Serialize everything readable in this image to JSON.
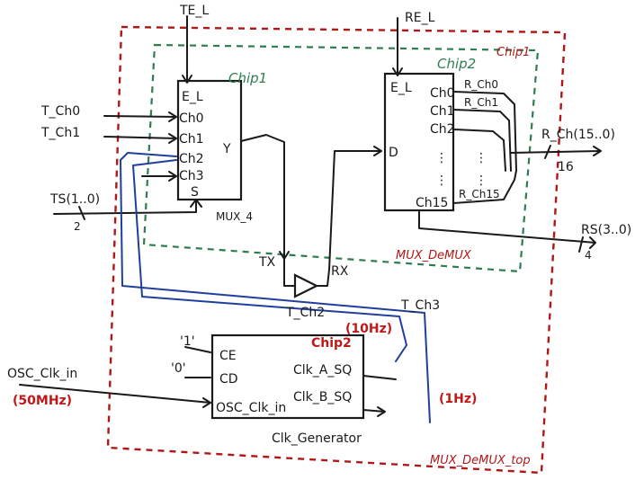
{
  "top": {
    "name": "MUX_DeMUX_top",
    "osc_input": "OSC_Clk_in",
    "osc_freq": "(50MHz)"
  },
  "mux_demux": {
    "name": "MUX_DeMUX"
  },
  "mux": {
    "name": "MUX_4",
    "chip": "Chip1",
    "enable_input": "TE_L",
    "enable_pin": "E_L",
    "inputs": [
      "Ch0",
      "Ch1",
      "Ch2",
      "Ch3"
    ],
    "select_pin": "S",
    "output_pin": "Y",
    "input_signals": [
      "T_Ch0",
      "T_Ch1"
    ],
    "select_signal": "TS(1..0)",
    "select_width": "2"
  },
  "demux": {
    "chip": "Chip2",
    "outer_chip": "Chip1",
    "enable_input": "RE_L",
    "enable_pin": "E_L",
    "data_pin": "D",
    "outputs": [
      "Ch0",
      "Ch1",
      "Ch2",
      "Ch15"
    ],
    "output_nets": [
      "R_Ch0",
      "R_Ch1",
      "R_Ch15"
    ],
    "output_bus": "R_Ch(15..0)",
    "output_width": "16",
    "select_signal": "RS(3..0)",
    "select_width": "4"
  },
  "link": {
    "tx": "TX",
    "rx": "RX"
  },
  "clk": {
    "name": "Clk_Generator",
    "chip": "Chip2",
    "pins_in": [
      "CE",
      "CD",
      "OSC_Clk_in"
    ],
    "pins_out": [
      "Clk_A_SQ",
      "Clk_B_SQ"
    ],
    "ce_value": "'1'",
    "cd_value": "'0'",
    "net_a": "T_Ch2",
    "freq_a": "(10Hz)",
    "net_b": "T_Ch3",
    "freq_b": "(1Hz)"
  },
  "colors": {
    "wire": "#1a1a1a",
    "feedback": "#1f3f9a",
    "top_border": "#b01818",
    "inner_border": "#2e7d4f",
    "annotation": "#c01818"
  }
}
